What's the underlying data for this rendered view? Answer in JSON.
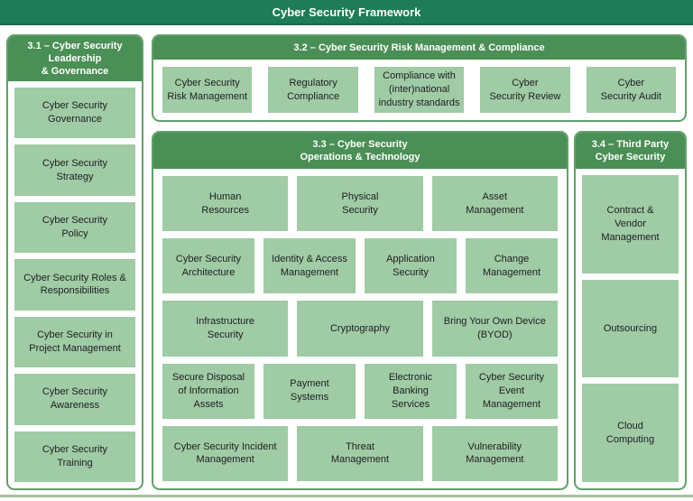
{
  "banner": {
    "title": "Cyber Security Framework"
  },
  "sections": {
    "s31": {
      "title": "3.1 – Cyber Security\nLeadership\n& Governance",
      "items": [
        "Cyber Security\nGovernance",
        "Cyber Security\nStrategy",
        "Cyber Security\nPolicy",
        "Cyber Security Roles &\nResponsibilities",
        "Cyber Security in\nProject Management",
        "Cyber Security\nAwareness",
        "Cyber Security\nTraining"
      ]
    },
    "s32": {
      "title": "3.2 – Cyber Security Risk Management & Compliance",
      "items": [
        "Cyber Security\nRisk Management",
        "Regulatory\nCompliance",
        "Compliance with\n(inter)national\nindustry standards",
        "Cyber\nSecurity Review",
        "Cyber\nSecurity Audit"
      ]
    },
    "s33": {
      "title": "3.3 – Cyber Security\nOperations & Technology",
      "rows": [
        [
          "Human\nResources",
          "Physical\nSecurity",
          "Asset\nManagement"
        ],
        [
          "Cyber Security\nArchitecture",
          "Identity & Access\nManagement",
          "Application\nSecurity",
          "Change\nManagement"
        ],
        [
          "Infrastructure\nSecurity",
          "Cryptography",
          "Bring Your Own Device\n(BYOD)"
        ],
        [
          "Secure Disposal\nof Information\nAssets",
          "Payment\nSystems",
          "Electronic\nBanking\nServices",
          "Cyber Security\nEvent\nManagement"
        ],
        [
          "Cyber Security Incident\nManagement",
          "Threat\nManagement",
          "Vulnerability\nManagement"
        ]
      ]
    },
    "s34": {
      "title": "3.4 – Third Party\nCyber Security",
      "items": [
        "Contract &\nVendor\nManagement",
        "Outsourcing",
        "Cloud\nComputing"
      ]
    }
  },
  "colors": {
    "banner": "#1e7c58",
    "section_header": "#4a8f55",
    "section_border": "#61a068",
    "box_fill": "#9fcba5",
    "box_text": "#1f1f1f",
    "bottom_rule": "#a3c29c"
  }
}
